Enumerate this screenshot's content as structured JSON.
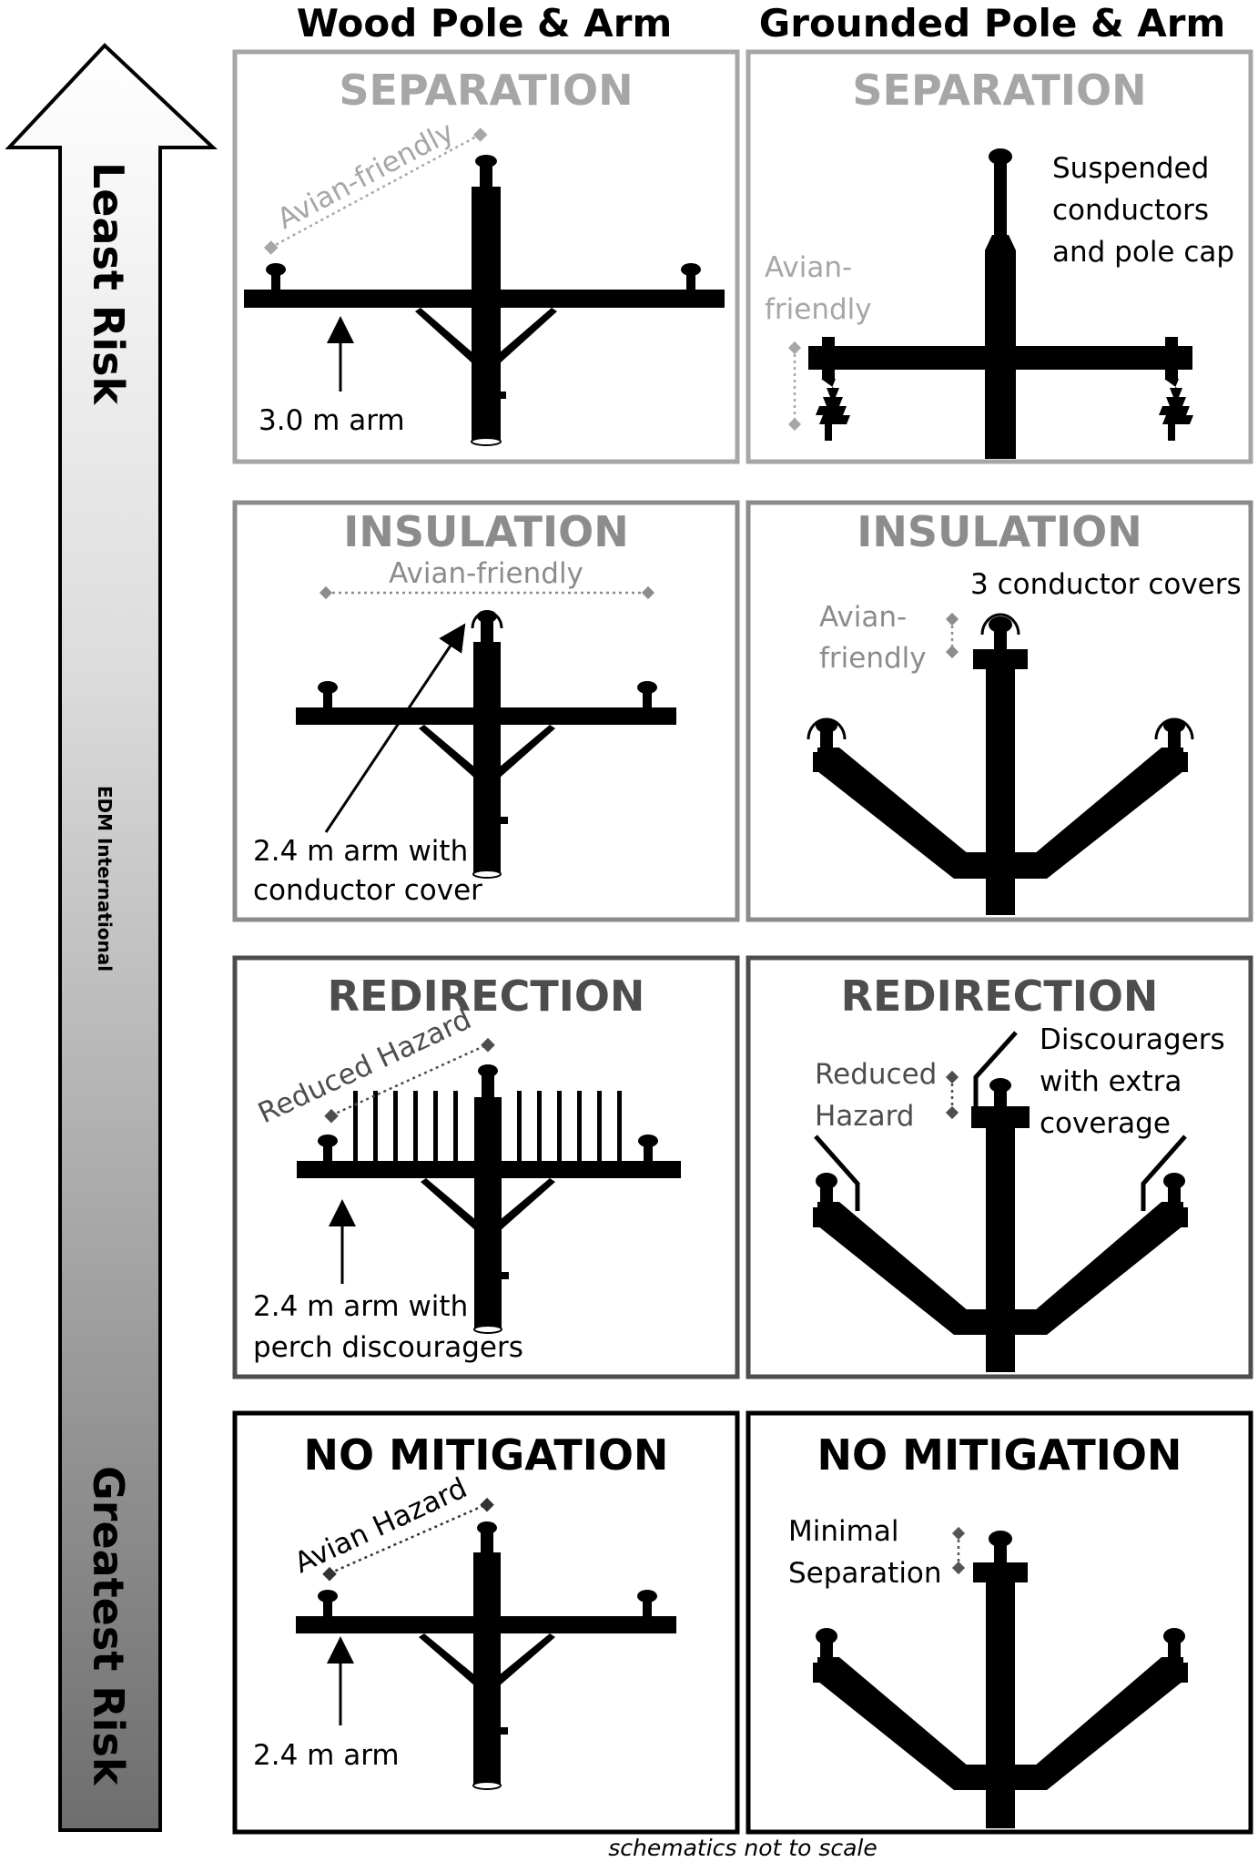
{
  "columns": {
    "wood": "Wood Pole & Arm",
    "grounded": "Grounded Pole & Arm"
  },
  "risk_arrow": {
    "top_label": "Least Risk",
    "bottom_label": "Greatest Risk",
    "vendor": "EDM International"
  },
  "rows": [
    {
      "title": "SEPARATION",
      "title_color": "#a6a6a6",
      "border_color": "#a6a6a6",
      "wood": {
        "status": "Avian-friendly",
        "arm_label": [
          "3.0 m arm"
        ]
      },
      "grounded": {
        "status": [
          "Avian-",
          "friendly"
        ],
        "note": [
          "Suspended",
          "conductors",
          "and pole cap"
        ]
      }
    },
    {
      "title": "INSULATION",
      "title_color": "#8c8c8c",
      "border_color": "#8c8c8c",
      "wood": {
        "status": "Avian-friendly",
        "arm_label": [
          "2.4 m arm with",
          "conductor cover"
        ]
      },
      "grounded": {
        "status": [
          "Avian-",
          "friendly"
        ],
        "note": [
          "3 conductor covers"
        ]
      }
    },
    {
      "title": "REDIRECTION",
      "title_color": "#4d4d4d",
      "border_color": "#4d4d4d",
      "wood": {
        "status": "Reduced Hazard",
        "arm_label": [
          "2.4 m arm with",
          "perch discouragers"
        ]
      },
      "grounded": {
        "status": [
          "Reduced",
          "Hazard"
        ],
        "note": [
          "Discouragers",
          "with extra",
          "coverage"
        ]
      }
    },
    {
      "title": "NO MITIGATION",
      "title_color": "#000000",
      "border_color": "#000000",
      "wood": {
        "status": "Avian Hazard",
        "arm_label": [
          "2.4 m arm"
        ]
      },
      "grounded": {
        "status": [
          "Minimal",
          "Separation"
        ]
      }
    }
  ],
  "footnote": "schematics not to scale"
}
